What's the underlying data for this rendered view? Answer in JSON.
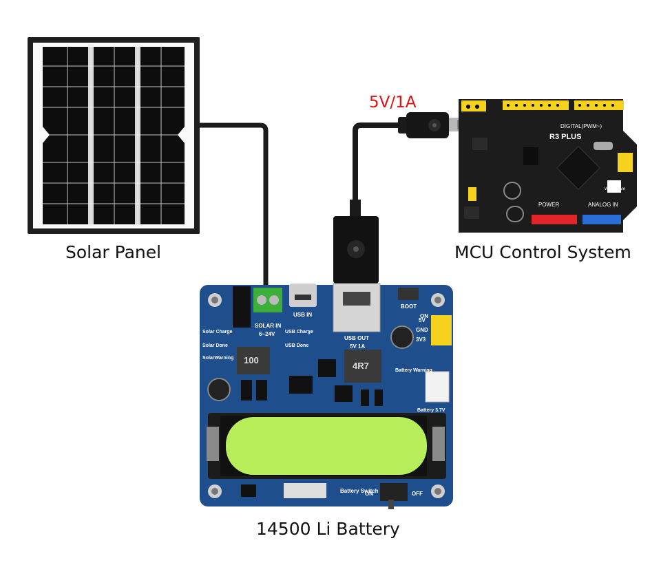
{
  "captions": {
    "solar_panel": "Solar Panel",
    "mcu": "MCU Control System",
    "battery": "14500 Li Battery"
  },
  "cable_label": "5V/1A",
  "board_labels": {
    "solar_in": "SOLAR IN",
    "solar_in_range": "6~24V",
    "usb_in": "USB IN",
    "usb_out": "USB OUT",
    "usb_out_rating": "5V 1A",
    "boot": "BOOT",
    "on": "ON",
    "v5": "5V",
    "gnd": "GND",
    "v3v3": "3V3",
    "solar_charge": "Solar Charge",
    "solar_done": "Solar Done",
    "solar_warning": "SolarWarning",
    "usb_charge": "USB Charge",
    "usb_done": "USB Done",
    "battery_warning": "Battery Warning",
    "battery_voltage": "Battery 3.7V",
    "battery_switch": "Battery Switch",
    "switch_on": "ON",
    "switch_off": "OFF",
    "inductor_a": "100",
    "inductor_b": "4R7"
  },
  "mcu_labels": {
    "digital": "DIGITAL(PWM~)",
    "model": "R3 PLUS",
    "power": "POWER",
    "analog": "ANALOG IN",
    "brand": "Waveshare"
  },
  "colors": {
    "board_blue": "#1e4e8c",
    "cable": "#1a1a1a",
    "battery_green": "#b8ee5a",
    "terminal_green": "#3cae3a",
    "mcu_board": "#1c1c1c",
    "header_yellow": "#f5d21e",
    "header_red": "#e0262a",
    "header_blue": "#2a6ed6",
    "accent_red": "#e01010"
  }
}
